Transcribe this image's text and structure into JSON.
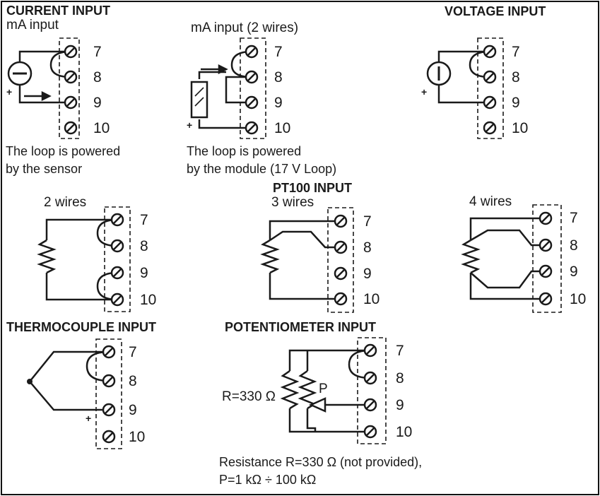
{
  "current_input": {
    "heading": "CURRENT INPUT",
    "ma_label": "mA input",
    "two_wire_label": "mA input (2 wires)",
    "sensor_note_1": "The loop is powered",
    "sensor_note_2": "by the sensor",
    "module_note_1": "The loop is powered",
    "module_note_2": "by the module (17 V Loop)"
  },
  "voltage_input": {
    "heading": "VOLTAGE INPUT"
  },
  "pt100_input": {
    "heading": "PT100 INPUT",
    "two_wires": "2 wires",
    "three_wires": "3 wires",
    "four_wires": "4 wires"
  },
  "thermocouple_input": {
    "heading": "THERMOCOUPLE INPUT"
  },
  "potentiometer_input": {
    "heading": "POTENTIOMETER INPUT",
    "r_label": "R=330 Ω",
    "p_label": "P",
    "note_1": "Resistance R=330 Ω (not provided),",
    "note_2": "P=1 kΩ ÷ 100 kΩ"
  },
  "terminals": {
    "t7": "7",
    "t8": "8",
    "t9": "9",
    "t10": "10"
  },
  "polarity": {
    "plus": "+"
  },
  "colors": {
    "line": "#1a1a1a",
    "background": "#ffffff"
  }
}
